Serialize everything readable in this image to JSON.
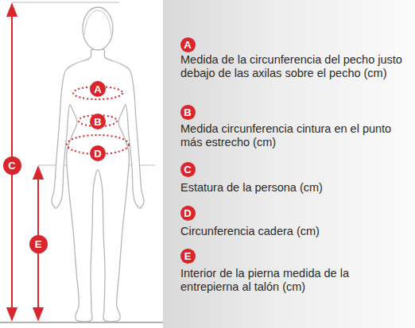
{
  "diagram": {
    "nodes": [
      {
        "text": [
          "A"
        ]
      },
      {
        "text": [
          "B"
        ]
      },
      {
        "text": [
          "C"
        ]
      },
      {
        "text": [
          "D"
        ]
      },
      {
        "text": [
          "E"
        ]
      },
      {
        "text": [
          "A"
        ]
      },
      {
        "text": [
          "B"
        ]
      },
      {
        "text": [
          "C"
        ]
      },
      {
        "text": [
          "D"
        ]
      },
      {
        "text": [
          "E"
        ]
      }
    ],
    "labels": [
      "Medida de la circunferencia del pecho justo debajo de las axilas sobre el pecho (cm)",
      "Medida circunferencia cintura en el punto más estrecho (cm)",
      "Estatura de la persona (cm)",
      "Circunferencia cadera (cm)",
      "Interior de la pierna medida de la entrepierna al talón (cm)"
    ]
  }
}
